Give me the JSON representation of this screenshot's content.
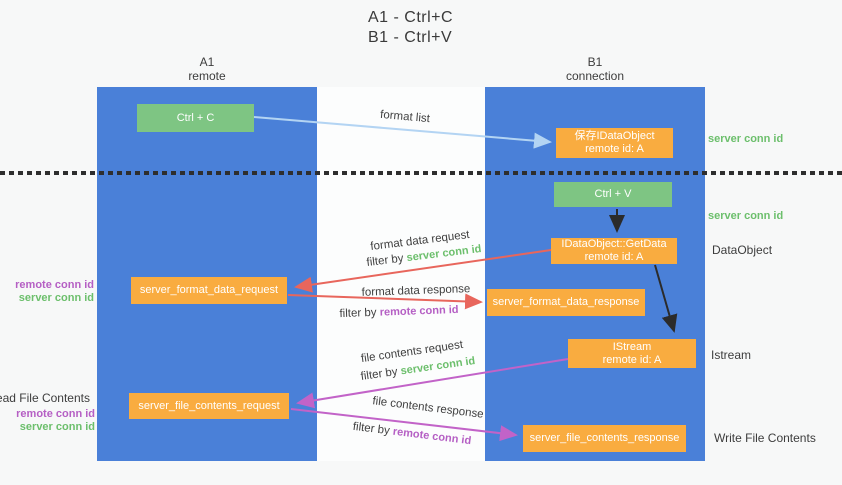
{
  "title": {
    "line1": "A1 - Ctrl+C",
    "line2": "B1 - Ctrl+V"
  },
  "lanes": [
    {
      "name": "A1",
      "role": "remote"
    },
    {
      "name": "B1",
      "role": "connection"
    }
  ],
  "boxes": {
    "ctrl_c": "Ctrl + C",
    "ctrl_v": "Ctrl + V",
    "save_idataobject": {
      "title": "保存IDataObject",
      "subtitle": "remote id: A"
    },
    "idataobject_getdata": {
      "title": "IDataObject::GetData",
      "subtitle": "remote id: A"
    },
    "istream": {
      "title": "IStream",
      "subtitle": "remote id: A"
    },
    "server_format_data_request": "server_format_data_request",
    "server_format_data_response": "server_format_data_response",
    "server_file_contents_request": "server_file_contents_request",
    "server_file_contents_response": "server_file_contents_response"
  },
  "arrow_labels": {
    "format_list": "format list",
    "format_data_request": "format data request",
    "format_data_response": "format data response",
    "file_contents_request": "file contents request",
    "file_contents_response": "file contents response",
    "filter_by": "filter by",
    "server_conn_id": "server conn id",
    "remote_conn_id": "remote conn id"
  },
  "side_labels": {
    "right": {
      "server_conn_id_top": "server conn id",
      "server_conn_id_mid": "server conn id",
      "dataobject": "DataObject",
      "istream": "Istream",
      "write_file_contents": "Write File Contents"
    },
    "left": {
      "remote_conn_id_top": "remote conn id",
      "server_conn_id_top": "server conn id",
      "read_file_contents": "Read File Contents",
      "remote_conn_id_bottom": "remote conn id",
      "server_conn_id_bottom": "server conn id"
    }
  },
  "colors": {
    "lane_blue": "#4a80d8",
    "box_orange": "#f9ac40",
    "box_green": "#7ec583",
    "arrow_red": "#e8665c",
    "arrow_magenta": "#c263c8",
    "arrow_light_blue": "#b3d4f3",
    "arrow_black": "#2b2b2b",
    "label_green": "#6cbf6c",
    "label_magenta": "#b55fc4",
    "label_gray": "#3d3d3d"
  }
}
